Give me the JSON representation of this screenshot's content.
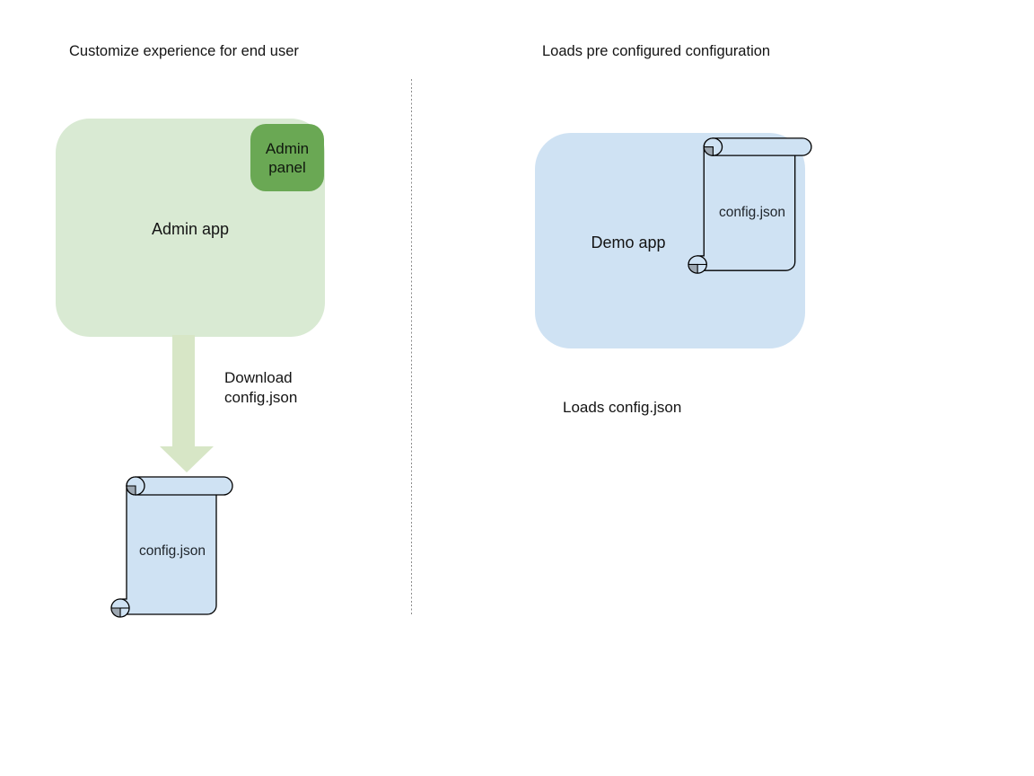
{
  "diagram": {
    "left": {
      "heading": "Customize experience for end user",
      "admin_app_label": "Admin app",
      "admin_panel_label": "Admin panel",
      "arrow_label_line1": "Download",
      "arrow_label_line2": "config.json",
      "scroll_label": "config.json"
    },
    "right": {
      "heading": "Loads pre configured configuration",
      "demo_app_label": "Demo app",
      "scroll_label": "config.json",
      "caption": "Loads config.json"
    },
    "colors": {
      "admin_app_fill": "#d9ead3",
      "admin_panel_fill": "#6aa854",
      "arrow_fill": "#d7e6c6",
      "demo_app_fill": "#cfe2f3",
      "scroll_fill": "#cfe2f3",
      "scroll_curl_gray": "#9da7b1",
      "scroll_outline": "#000000",
      "divider_gray": "#8b8b8b",
      "text": "#141414"
    }
  }
}
